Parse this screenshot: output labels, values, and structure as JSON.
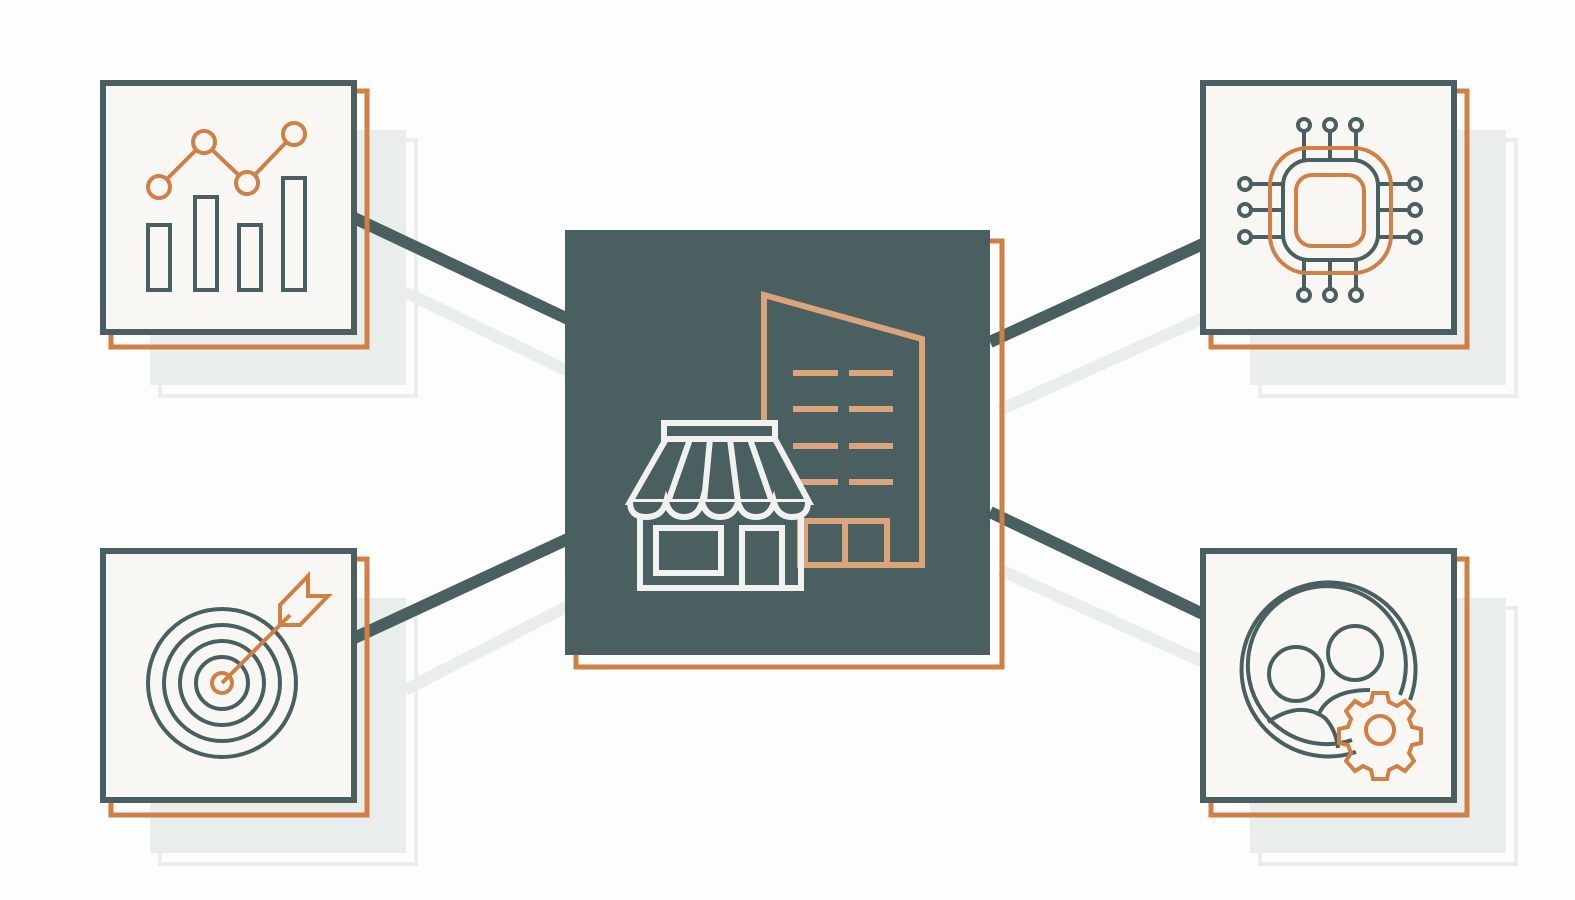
{
  "colors": {
    "dark": "#4a5f60",
    "accent": "#d08044",
    "accent_light": "#dca47a",
    "card": "#f9f7f4",
    "shadow": "#e9eeed",
    "background": "#fdfdfe",
    "store": "#f1f1ef"
  },
  "center": {
    "icon": "storefront-and-office-building-icon"
  },
  "nodes": [
    {
      "position": "top-left",
      "icon": "bar-chart-with-trend-line-icon"
    },
    {
      "position": "top-right",
      "icon": "microchip-icon"
    },
    {
      "position": "bottom-left",
      "icon": "target-with-arrow-icon"
    },
    {
      "position": "bottom-right",
      "icon": "team-with-gear-icon"
    }
  ]
}
